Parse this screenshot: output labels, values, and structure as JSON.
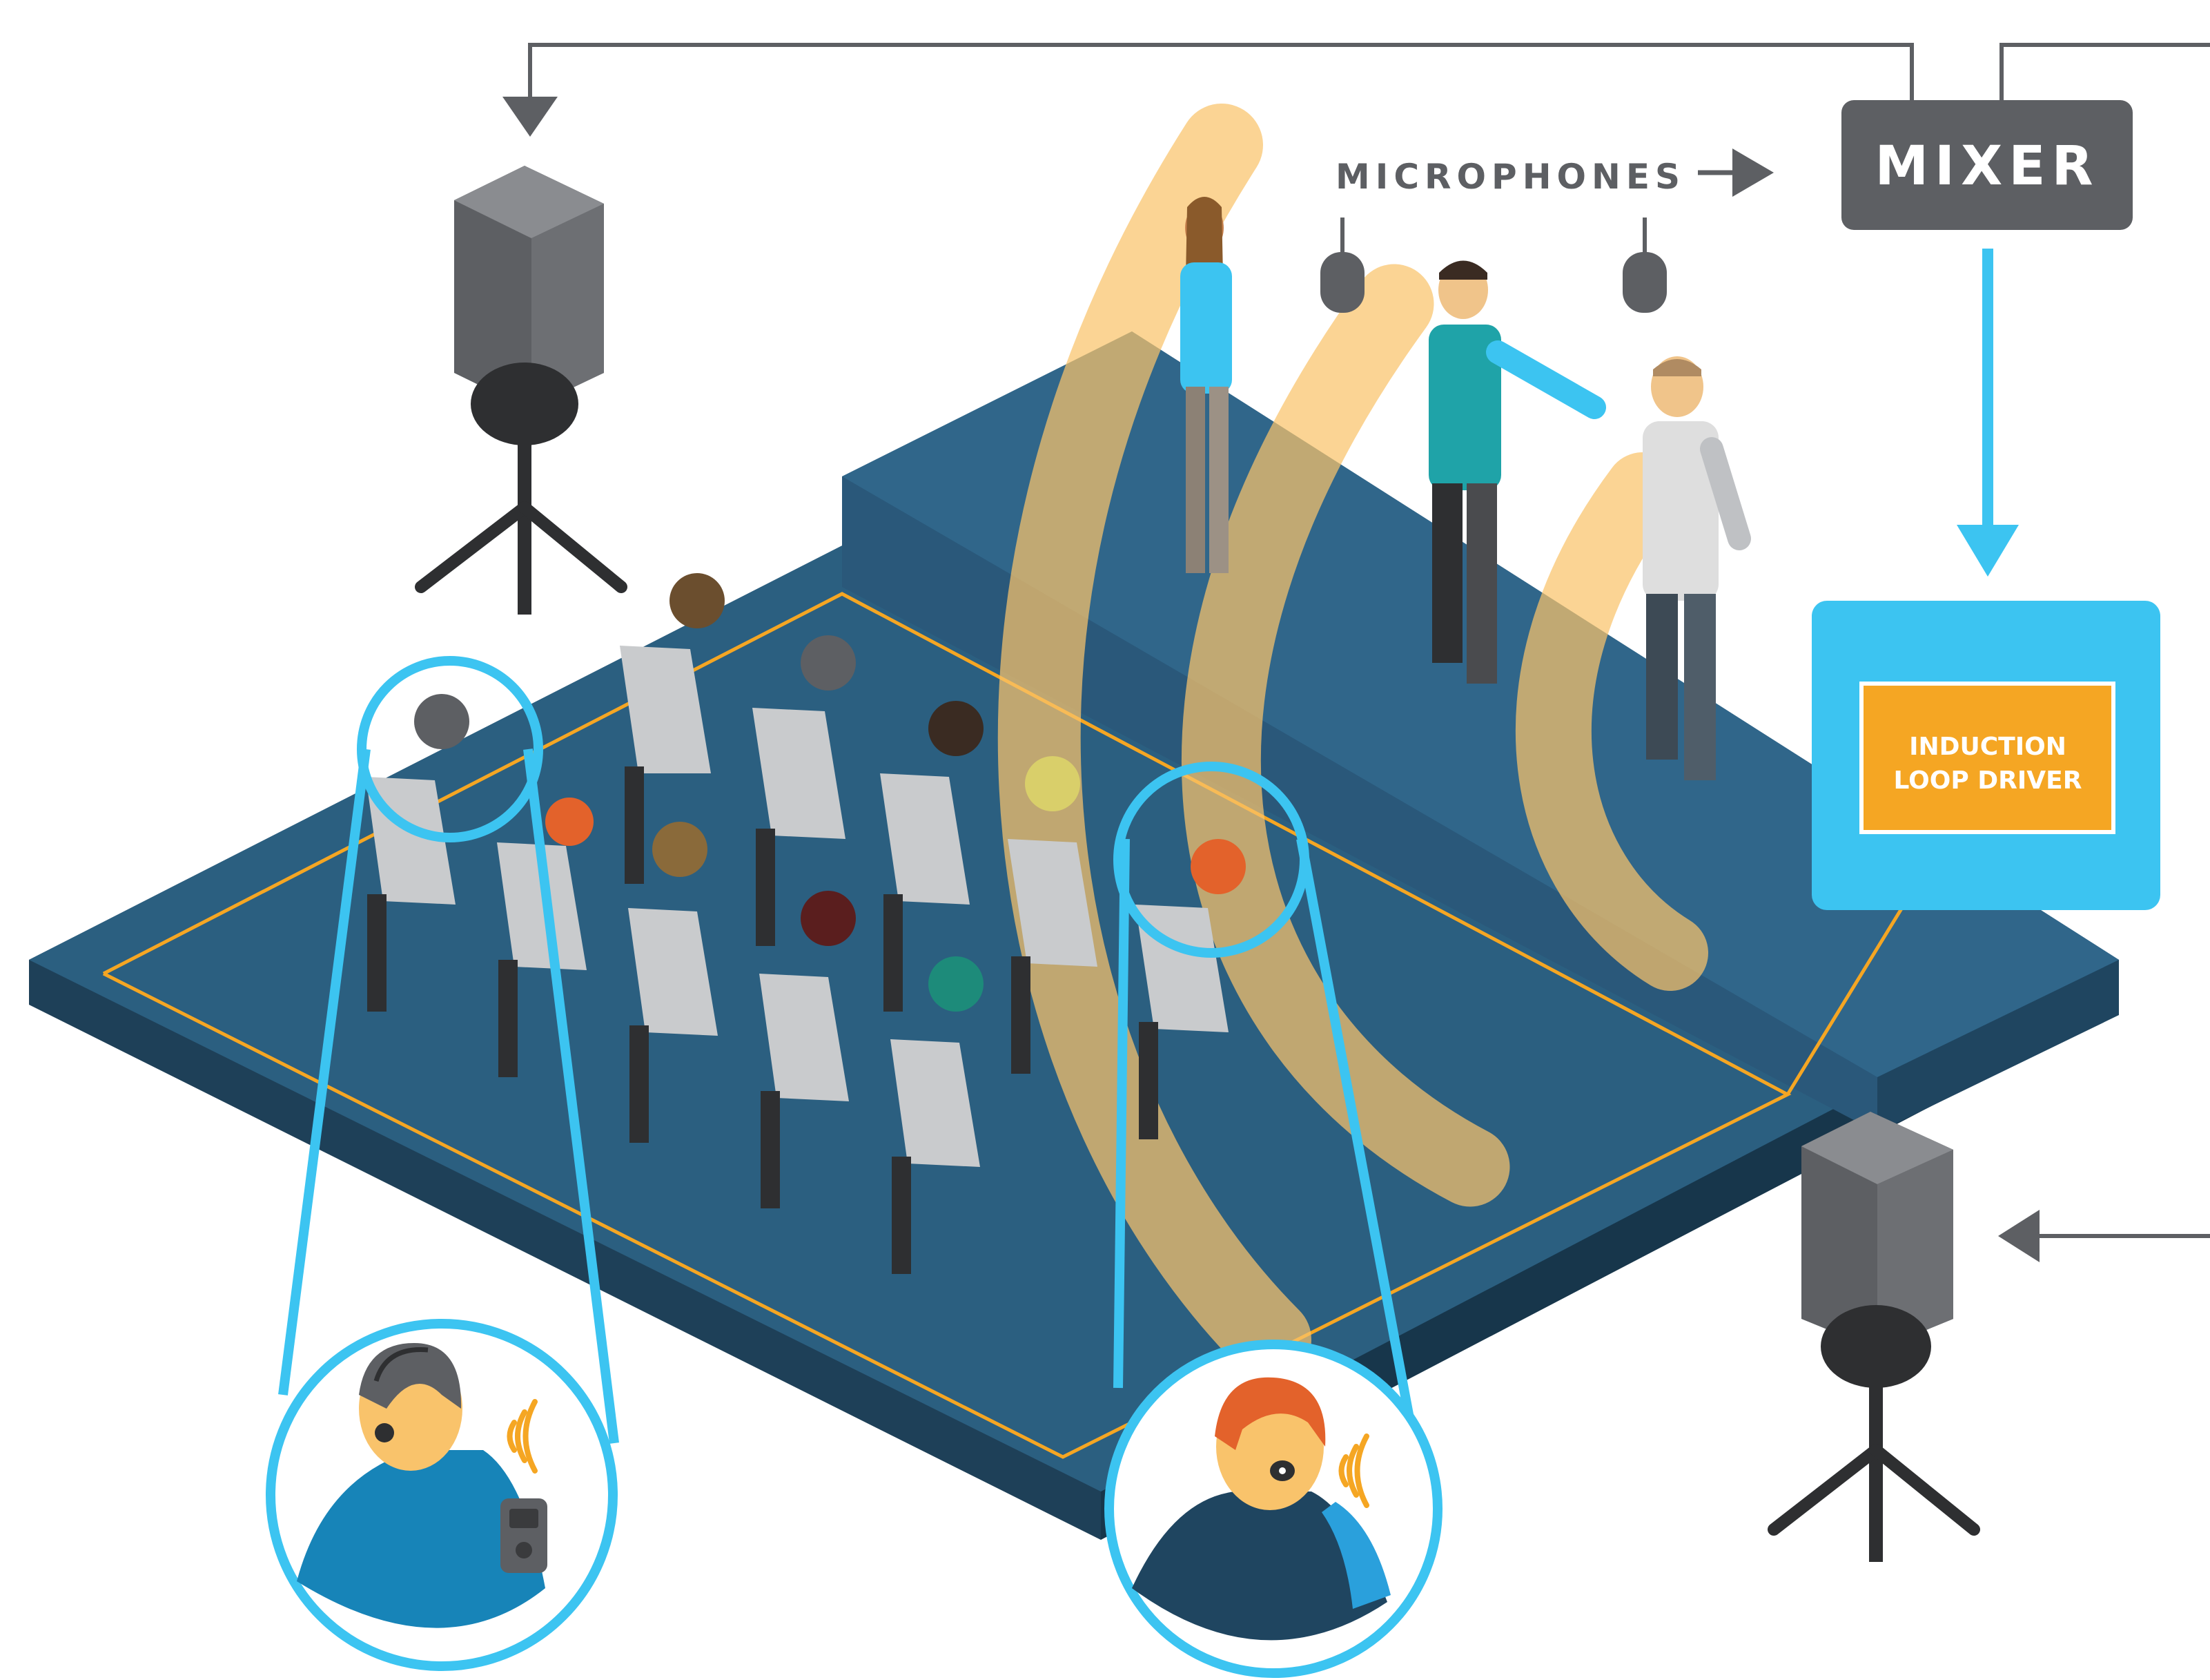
{
  "labels": {
    "microphones": "MICROPHONES",
    "mixer": "MIXER",
    "driver_line1": "INDUCTION",
    "driver_line2": "LOOP DRIVER"
  },
  "colors": {
    "floor_top": "#2b5f80",
    "floor_side": "#244a64",
    "stage_top": "#2f6484",
    "loop_wire": "#f5a623",
    "sound_wave": "#f9c36b",
    "accent_blue": "#3cc4f1",
    "speaker": "#5d5f63",
    "mixer_box": "#5d5f63",
    "driver_box": "#f5a623",
    "seat": "#c9cbcd",
    "seat_frame": "#2e2f31"
  },
  "icons": {
    "speaker_left": "speaker-icon",
    "speaker_right": "speaker-icon",
    "microphone": "microphone-icon",
    "arrow": "arrow-icon",
    "hearing_aid": "hearing-aid-icon",
    "receiver": "loop-receiver-icon",
    "signal_waves": "signal-waves-icon"
  }
}
